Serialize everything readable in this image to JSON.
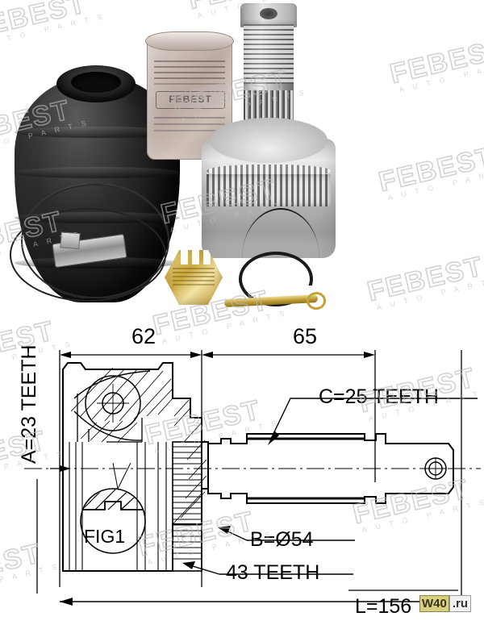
{
  "brand": {
    "watermark_main": "FEBEST",
    "watermark_sub": "AUTO PARTS",
    "package_brand": "FEBEST"
  },
  "photo": {
    "parts": [
      {
        "name": "rubber-boot",
        "label": "CV joint rubber boot"
      },
      {
        "name": "boot-clamps",
        "label": "Boot clamps"
      },
      {
        "name": "grease-sachet",
        "label": "Grease sachet"
      },
      {
        "name": "splined-shaft",
        "label": "Splined output shaft"
      },
      {
        "name": "joint-housing",
        "label": "Outer joint housing"
      },
      {
        "name": "abs-tone-ring",
        "label": "ABS tone ring"
      },
      {
        "name": "castle-nut",
        "label": "Castle nut"
      },
      {
        "name": "snap-ring",
        "label": "Snap ring"
      },
      {
        "name": "cotter-pin",
        "label": "Cotter pin"
      }
    ]
  },
  "drawing": {
    "dim_62": "62",
    "dim_65": "65",
    "teeth_c": "C=25 TEETH",
    "diameter_b": "B=Ø54",
    "teeth_43": "43 TEETH",
    "length_l": "L=156",
    "teeth_a": "A=23 TEETH",
    "fig_callout": "FIG1"
  },
  "chart_data": {
    "type": "table",
    "title": "CV Joint Technical Specification",
    "categories": [
      "62",
      "65",
      "C=25 TEETH",
      "B=Ø54",
      "43 TEETH",
      "L=156",
      "A=23 TEETH"
    ],
    "values": [
      62,
      65,
      25,
      54,
      43,
      156,
      23
    ]
  },
  "watermark_badge": {
    "w40": "W40",
    "ru": ".ru"
  }
}
